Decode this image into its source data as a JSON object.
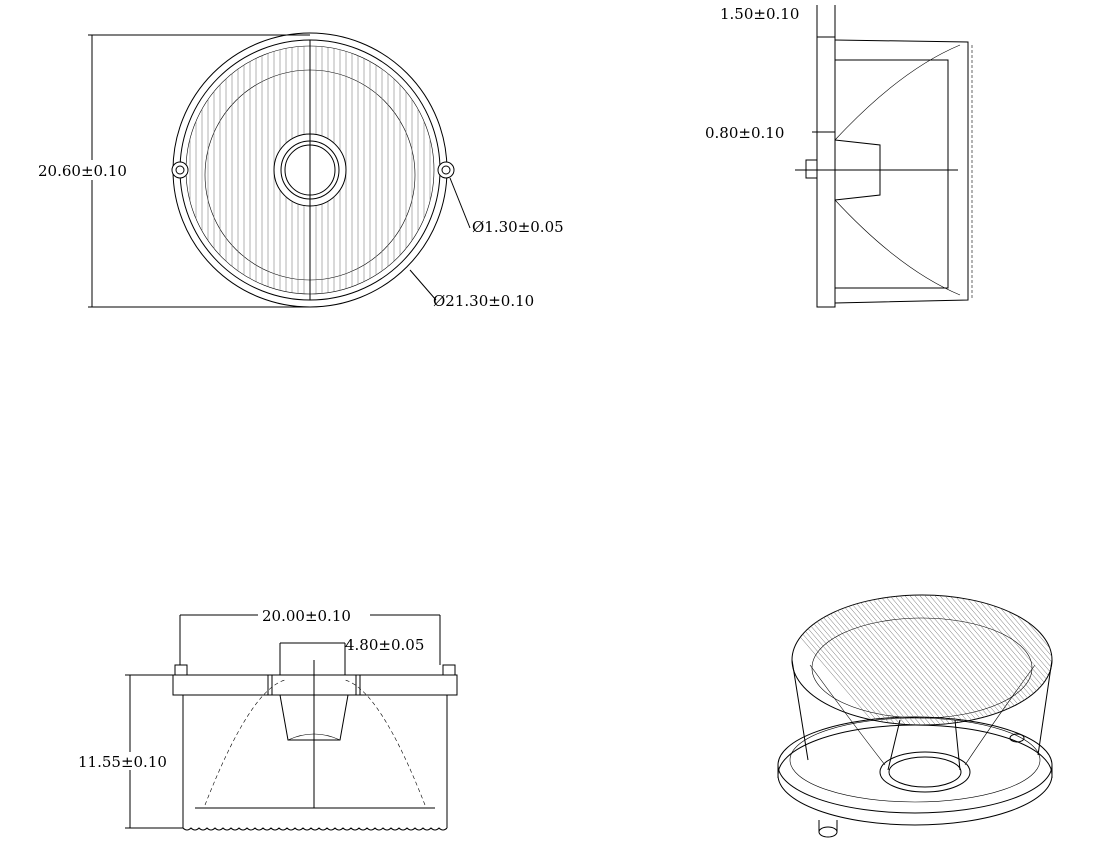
{
  "drawing": {
    "front_view": {
      "height_dim": "20.60±0.10",
      "hole_dim": "Ø1.30±0.05",
      "diameter_dim": "Ø21.30±0.10"
    },
    "side_view": {
      "flange_dim": "1.50±0.10",
      "boss_dim": "0.80±0.10"
    },
    "section_view": {
      "width_dim": "20.00±0.10",
      "cavity_dim": "4.80±0.05",
      "height_dim": "11.55±0.10"
    }
  }
}
